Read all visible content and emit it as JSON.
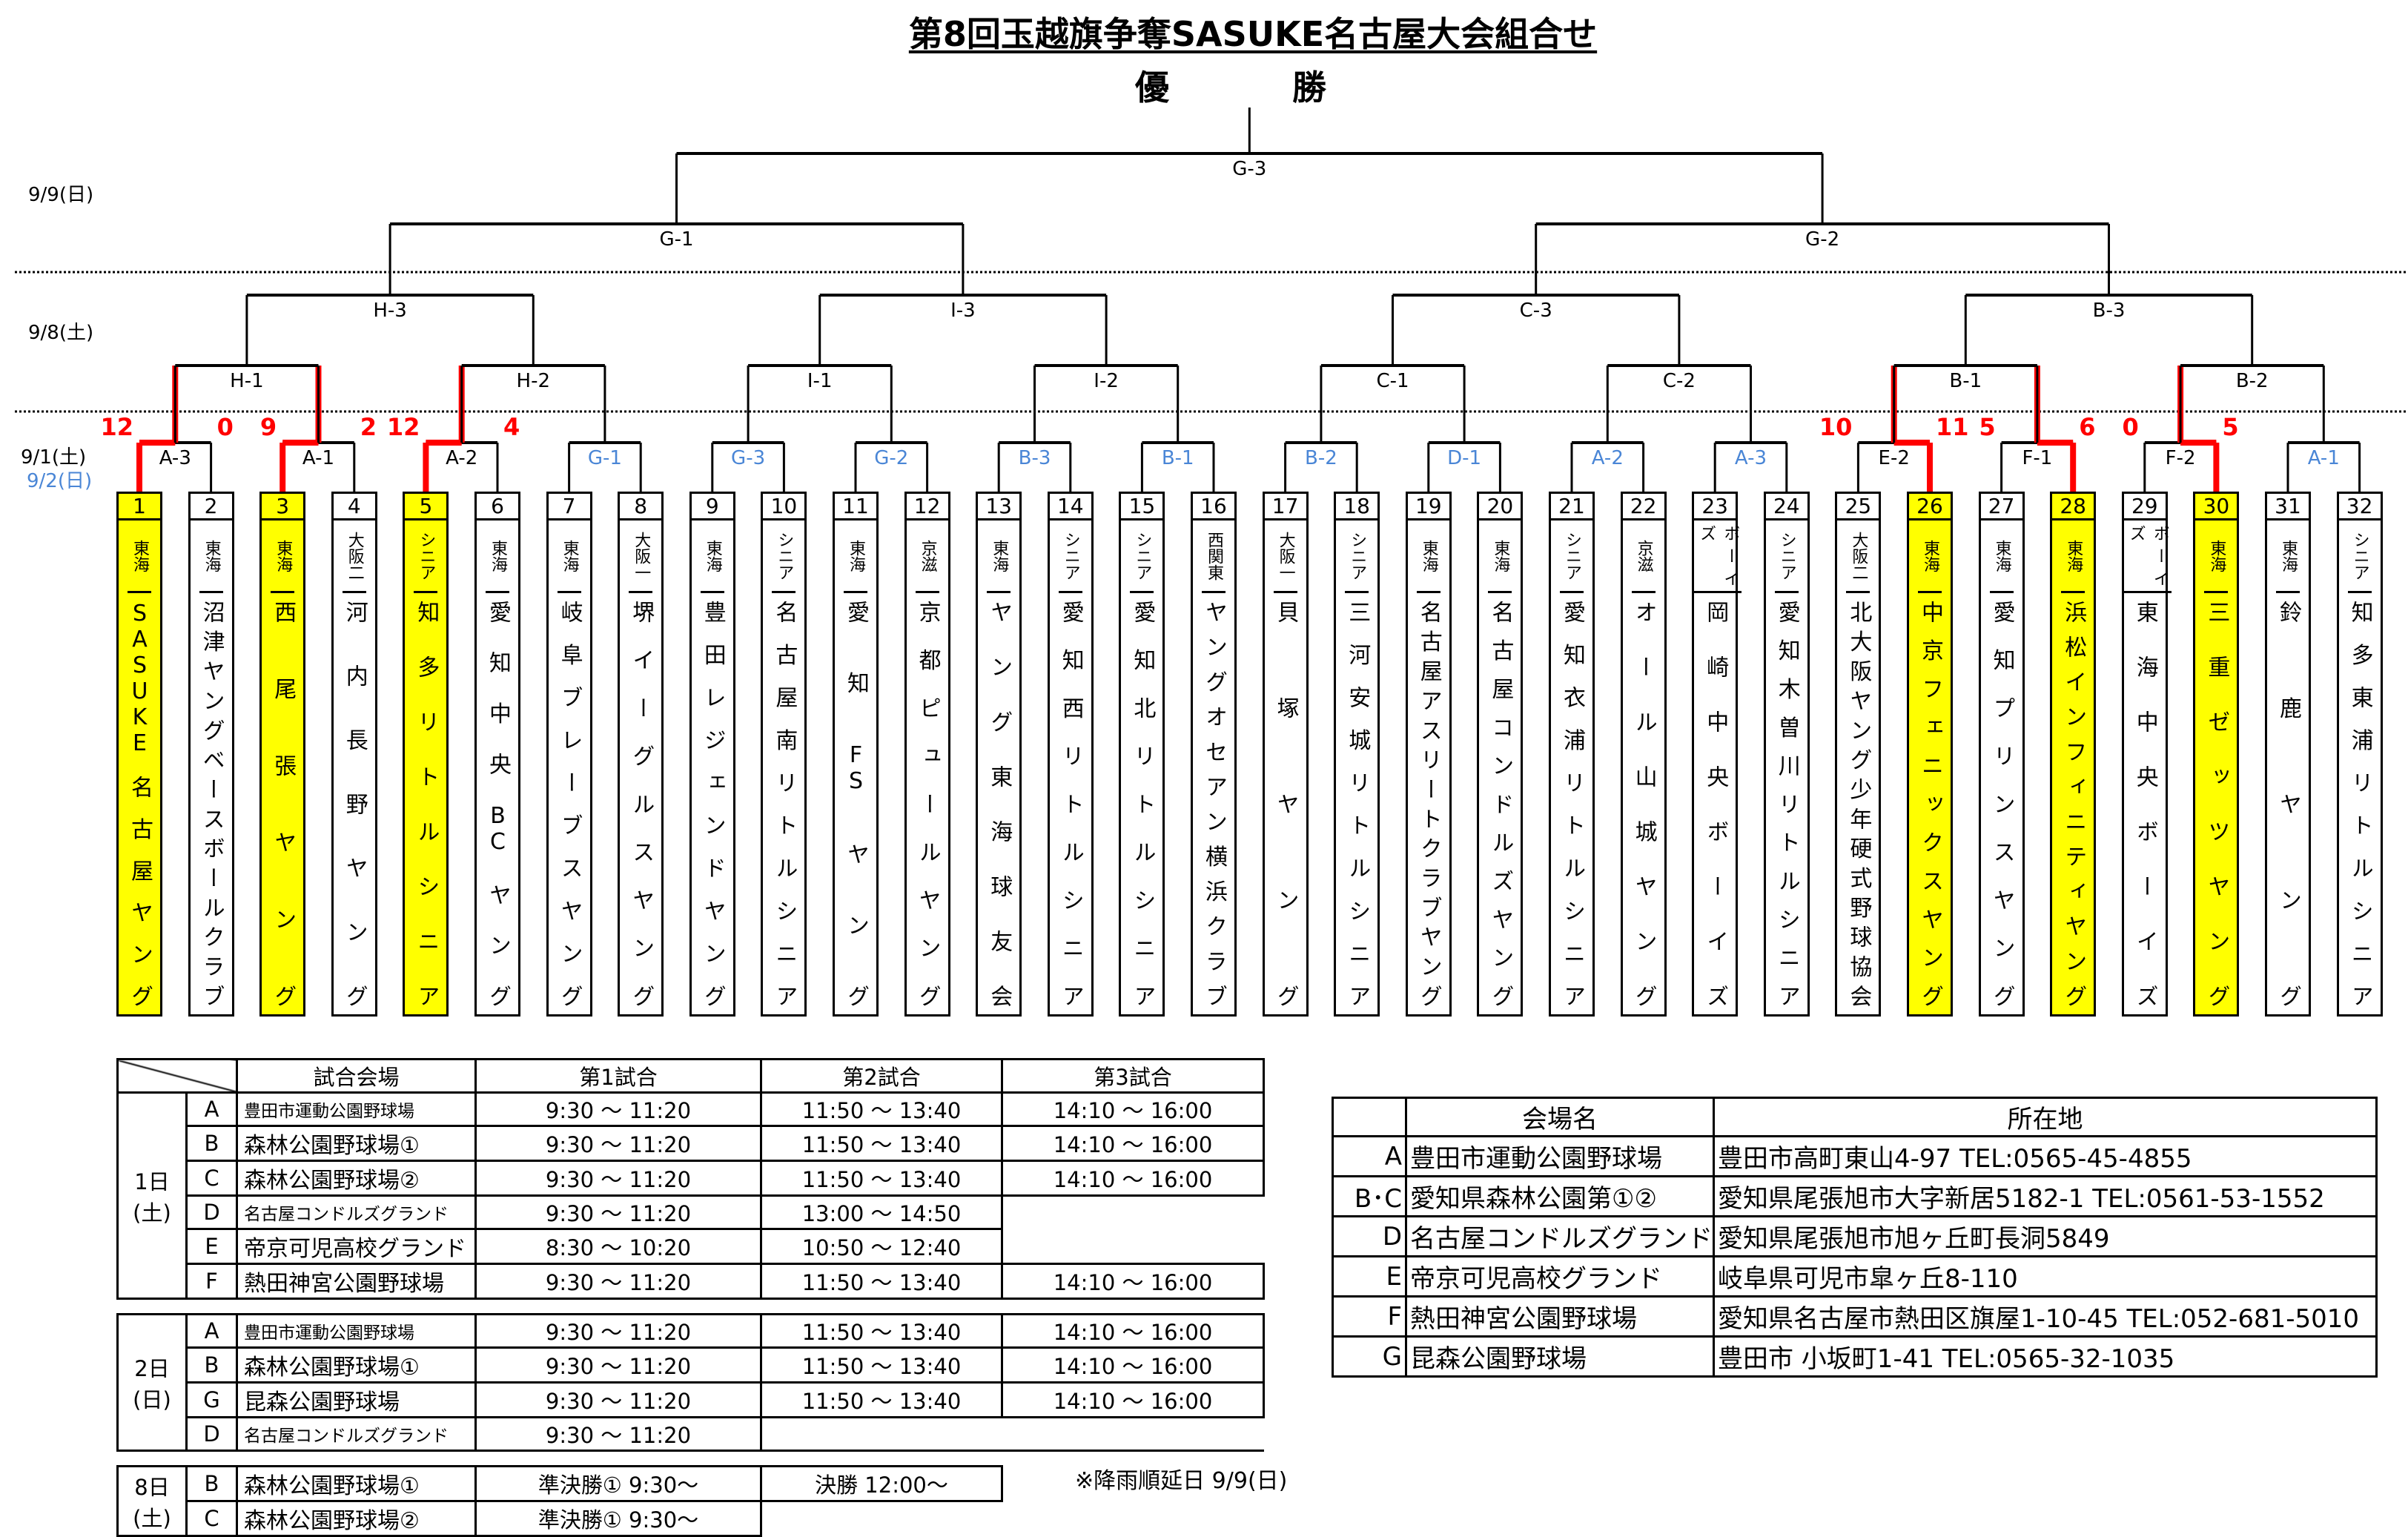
{
  "title": "第8回玉越旗争奪SASUKE名古屋大会組合せ",
  "champion_label": "優　勝",
  "dates": {
    "final": "9/9(日)",
    "semis": "9/8(土)",
    "r1_a": "9/1(土)",
    "r1_b": "9/2(日)"
  },
  "colors": {
    "winner_line": "#ff0000",
    "highlight": "#ffff00",
    "pending_label": "#4a86d6",
    "score": "#ff0000"
  },
  "teams": [
    {
      "no": "1",
      "region": "東海",
      "name": "SASUKE名古屋ヤング",
      "highlight": true
    },
    {
      "no": "2",
      "region": "東海",
      "name": "沼津ヤングベースボールクラブ",
      "highlight": false
    },
    {
      "no": "3",
      "region": "東海",
      "name": "西尾張ヤング",
      "highlight": true
    },
    {
      "no": "4",
      "region": "大阪二",
      "name": "河内長野ヤング",
      "highlight": false
    },
    {
      "no": "5",
      "region": "シニア",
      "name": "知多リトルシニア",
      "highlight": true
    },
    {
      "no": "6",
      "region": "東海",
      "name": "愛知中央BCヤング",
      "highlight": false
    },
    {
      "no": "7",
      "region": "東海",
      "name": "岐阜ブレーブスヤング",
      "highlight": false
    },
    {
      "no": "8",
      "region": "大阪一",
      "name": "堺イーグルスヤング",
      "highlight": false
    },
    {
      "no": "9",
      "region": "東海",
      "name": "豊田レジェンドヤング",
      "highlight": false
    },
    {
      "no": "10",
      "region": "シニア",
      "name": "名古屋南リトルシニア",
      "highlight": false
    },
    {
      "no": "11",
      "region": "東海",
      "name": "愛知FSヤング",
      "highlight": false
    },
    {
      "no": "12",
      "region": "京滋",
      "name": "京都ピュールヤング",
      "highlight": false
    },
    {
      "no": "13",
      "region": "東海",
      "name": "ヤング東海球友会",
      "highlight": false
    },
    {
      "no": "14",
      "region": "シニア",
      "name": "愛知西リトルシニア",
      "highlight": false
    },
    {
      "no": "15",
      "region": "シニア",
      "name": "愛知北リトルシニア",
      "highlight": false
    },
    {
      "no": "16",
      "region": "西関東",
      "name": "ヤングオセアン横浜クラブ",
      "highlight": false
    },
    {
      "no": "17",
      "region": "大阪一",
      "name": "貝塚ヤング",
      "highlight": false
    },
    {
      "no": "18",
      "region": "シニア",
      "name": "三河安城リトルシニア",
      "highlight": false
    },
    {
      "no": "19",
      "region": "東海",
      "name": "名古屋アスリートクラブヤング",
      "highlight": false
    },
    {
      "no": "20",
      "region": "東海",
      "name": "名古屋コンドルズヤング",
      "highlight": false
    },
    {
      "no": "21",
      "region": "シニア",
      "name": "愛知衣浦リトルシニア",
      "highlight": false
    },
    {
      "no": "22",
      "region": "京滋",
      "name": "オール山城ヤング",
      "highlight": false
    },
    {
      "no": "23",
      "region": "ボーイズ",
      "name": "岡崎中央ボーイズ",
      "highlight": false
    },
    {
      "no": "24",
      "region": "シニア",
      "name": "愛知木曽川リトルシニア",
      "highlight": false
    },
    {
      "no": "25",
      "region": "大阪二",
      "name": "北大阪ヤング少年硬式野球協会",
      "highlight": false
    },
    {
      "no": "26",
      "region": "東海",
      "name": "中京フェニックスヤング",
      "highlight": true
    },
    {
      "no": "27",
      "region": "東海",
      "name": "愛知プリンスヤング",
      "highlight": false
    },
    {
      "no": "28",
      "region": "東海",
      "name": "浜松インフィニティヤング",
      "highlight": true
    },
    {
      "no": "29",
      "region": "ボーイズ",
      "name": "東海中央ボーイズ",
      "highlight": false
    },
    {
      "no": "30",
      "region": "東海",
      "name": "三重ゼッツヤング",
      "highlight": true
    },
    {
      "no": "31",
      "region": "東海",
      "name": "鈴鹿ヤング",
      "highlight": false
    },
    {
      "no": "32",
      "region": "シニア",
      "name": "知多東浦リトルシニア",
      "highlight": false
    }
  ],
  "rounds": [
    [
      {
        "label": "A-3",
        "played": true,
        "scores": [
          "12",
          "0"
        ],
        "winner": 0
      },
      {
        "label": "A-1",
        "played": true,
        "scores": [
          "9",
          "2"
        ],
        "winner": 0
      },
      {
        "label": "A-2",
        "played": true,
        "scores": [
          "12",
          "4"
        ],
        "winner": 0
      },
      {
        "label": "G-1",
        "played": false
      },
      {
        "label": "G-3",
        "played": false
      },
      {
        "label": "G-2",
        "played": false
      },
      {
        "label": "B-3",
        "played": false
      },
      {
        "label": "B-1",
        "played": false
      },
      {
        "label": "B-2",
        "played": false
      },
      {
        "label": "D-1",
        "played": false
      },
      {
        "label": "A-2",
        "played": false
      },
      {
        "label": "A-3",
        "played": false
      },
      {
        "label": "E-2",
        "played": true,
        "scores": [
          "10",
          "11"
        ],
        "winner": 1
      },
      {
        "label": "F-1",
        "played": true,
        "scores": [
          "5",
          "6"
        ],
        "winner": 1
      },
      {
        "label": "F-2",
        "played": true,
        "scores": [
          "0",
          "5"
        ],
        "winner": 1
      },
      {
        "label": "A-1",
        "played": false
      }
    ],
    [
      {
        "label": "H-1"
      },
      {
        "label": "H-2"
      },
      {
        "label": "I-1"
      },
      {
        "label": "I-2"
      },
      {
        "label": "C-1"
      },
      {
        "label": "C-2"
      },
      {
        "label": "B-1"
      },
      {
        "label": "B-2"
      }
    ],
    [
      {
        "label": "H-3"
      },
      {
        "label": "I-3"
      },
      {
        "label": "C-3"
      },
      {
        "label": "B-3"
      }
    ],
    [
      {
        "label": "G-1"
      },
      {
        "label": "G-2"
      }
    ],
    [
      {
        "label": "G-3"
      }
    ]
  ],
  "schedule": {
    "headers": [
      "試合会場",
      "第1試合",
      "第2試合",
      "第3試合"
    ],
    "blocks": [
      {
        "day": "1日",
        "weekday": "(土)",
        "rows": [
          {
            "code": "A",
            "venue": "豊田市運動公園野球場",
            "small": true,
            "g1": "9:30 ～ 11:20",
            "g2": "11:50 ～ 13:40",
            "g3": "14:10 ～ 16:00"
          },
          {
            "code": "B",
            "venue": "森林公園野球場①",
            "small": false,
            "g1": "9:30 ～ 11:20",
            "g2": "11:50 ～ 13:40",
            "g3": "14:10 ～ 16:00"
          },
          {
            "code": "C",
            "venue": "森林公園野球場②",
            "small": false,
            "g1": "9:30 ～ 11:20",
            "g2": "11:50 ～ 13:40",
            "g3": "14:10 ～ 16:00"
          },
          {
            "code": "D",
            "venue": "名古屋コンドルズグランド",
            "small": true,
            "g1": "9:30 ～ 11:20",
            "g2": "13:00 ～ 14:50",
            "g3": null
          },
          {
            "code": "E",
            "venue": "帝京可児高校グランド",
            "small": false,
            "g1": "8:30 ～ 10:20",
            "g2": "10:50 ～ 12:40",
            "g3": null
          },
          {
            "code": "F",
            "venue": "熱田神宮公園野球場",
            "small": false,
            "g1": "9:30 ～ 11:20",
            "g2": "11:50 ～ 13:40",
            "g3": "14:10 ～ 16:00"
          }
        ]
      },
      {
        "day": "2日",
        "weekday": "(日)",
        "rows": [
          {
            "code": "A",
            "venue": "豊田市運動公園野球場",
            "small": true,
            "g1": "9:30 ～ 11:20",
            "g2": "11:50 ～ 13:40",
            "g3": "14:10 ～ 16:00"
          },
          {
            "code": "B",
            "venue": "森林公園野球場①",
            "small": false,
            "g1": "9:30 ～ 11:20",
            "g2": "11:50 ～ 13:40",
            "g3": "14:10 ～ 16:00"
          },
          {
            "code": "G",
            "venue": "昆森公園野球場",
            "small": false,
            "g1": "9:30 ～ 11:20",
            "g2": "11:50 ～ 13:40",
            "g3": "14:10 ～ 16:00"
          },
          {
            "code": "D",
            "venue": "名古屋コンドルズグランド",
            "small": true,
            "g1": "9:30 ～ 11:20",
            "g2": null,
            "g3": null
          }
        ]
      },
      {
        "day": "8日",
        "weekday": "(土)",
        "rows": [
          {
            "code": "B",
            "venue": "森林公園野球場①",
            "small": false,
            "g1": "準決勝① 9:30～",
            "g2": "決勝 12:00～",
            "g3": null
          },
          {
            "code": "C",
            "venue": "森林公園野球場②",
            "small": false,
            "g1": "準決勝① 9:30～",
            "g2": null,
            "g3": null
          }
        ]
      }
    ],
    "note": "※降雨順延日 9/9(日)"
  },
  "venues": {
    "headers": [
      "会場名",
      "所在地"
    ],
    "rows": [
      {
        "code": "A",
        "name": "豊田市運動公園野球場",
        "address": "豊田市高町東山4-97  TEL:0565-45-4855"
      },
      {
        "code": "B･C",
        "name": "愛知県森林公園第①②",
        "address": "愛知県尾張旭市大字新居5182-1  TEL:0561-53-1552"
      },
      {
        "code": "D",
        "name": "名古屋コンドルズグランド",
        "address": "愛知県尾張旭市旭ヶ丘町長洞5849"
      },
      {
        "code": "E",
        "name": "帝京可児高校グランド",
        "address": "岐阜県可児市皐ヶ丘8-110"
      },
      {
        "code": "F",
        "name": "熱田神宮公園野球場",
        "address": "愛知県名古屋市熱田区旗屋1-10-45  TEL:052-681-5010"
      },
      {
        "code": "G",
        "name": "昆森公園野球場",
        "address": "豊田市 小坂町1-41  TEL:0565-32-1035"
      }
    ]
  }
}
